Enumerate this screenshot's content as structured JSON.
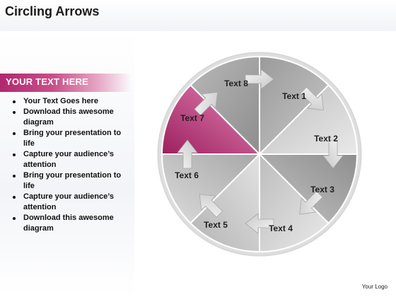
{
  "title": "Circling Arrows",
  "panel": {
    "header": "YOUR TEXT HERE",
    "bullets": [
      "Your Text Goes here",
      "Download this awesome diagram",
      "Bring your presentation to life",
      "Capture your audience’s attention",
      "Bring your presentation to life",
      "Capture your audience’s attention",
      "Download this awesome diagram"
    ]
  },
  "diagram": {
    "segments": [
      {
        "label": "Text 1"
      },
      {
        "label": "Text 2"
      },
      {
        "label": "Text 3"
      },
      {
        "label": "Text 4"
      },
      {
        "label": "Text 5"
      },
      {
        "label": "Text 6"
      },
      {
        "label": "Text 7",
        "highlighted": true
      },
      {
        "label": "Text 8"
      }
    ],
    "highlight_color": "#b0286f"
  },
  "logo": "Your Logo"
}
